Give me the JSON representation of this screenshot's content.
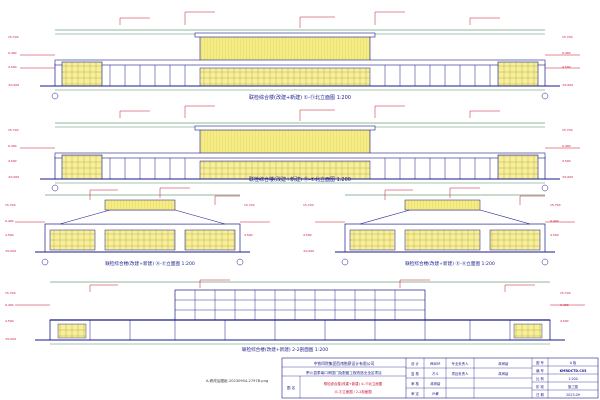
{
  "drawing": {
    "views": [
      {
        "caption": "联检综合楼(改建+新建) ①-⑪北立面图",
        "scale": "1:200"
      },
      {
        "caption": "联检综合楼(改建+新建) ⑪-①北立面图",
        "scale": "1:200"
      },
      {
        "caption": "联检综合楼(改建+新建) Ⓐ-Ⓔ立面图",
        "scale": "1:200"
      },
      {
        "caption": "联检综合楼(改建+新建) Ⓔ-Ⓐ立面图",
        "scale": "1:200"
      },
      {
        "caption": "联检综合楼(改建+新建) 2-2剖面图",
        "scale": "1:200"
      }
    ],
    "stamp_label": "A-修改后图纸-20230904-2797B.png",
    "colors": {
      "line": "#1a1a8c",
      "elevation": "#c8102e",
      "glazing": "#f5ec86",
      "dim": "#1f6f3a"
    }
  },
  "title_block": {
    "company": "中铁四院集团西南勘察设计有限公司",
    "project": "黔川县泰南口岸国门及配套工程改造业全区项目",
    "label_title": "图 名",
    "drawing_title_line1": "联检综合楼(改建+新建) ①-⑪北立面图",
    "drawing_title_line2": "Ⓐ-Ⓔ立面图 / 2-2剖面图",
    "rows": [
      {
        "l1": "设 计",
        "v1": "韩如玲",
        "l2": "专业负责人",
        "v2": "袁振猛"
      },
      {
        "l1": "复 核",
        "v1": "万斗",
        "l2": "项目负责人",
        "v2": "袁振猛"
      },
      {
        "l1": "审 核",
        "v1": "袁振猛",
        "l2": "",
        "v2": ""
      },
      {
        "l1": "审 定",
        "v1": "叶春",
        "l2": "",
        "v2": ""
      }
    ],
    "right": [
      {
        "label": "图 号",
        "value": "A 板"
      },
      {
        "label": "编 号",
        "value": "KMRDCTD.C05"
      },
      {
        "label": "比 例",
        "value": "1:200"
      },
      {
        "label": "阶 段",
        "value": "施工图"
      },
      {
        "label": "日 期",
        "value": "2023.09"
      }
    ]
  }
}
